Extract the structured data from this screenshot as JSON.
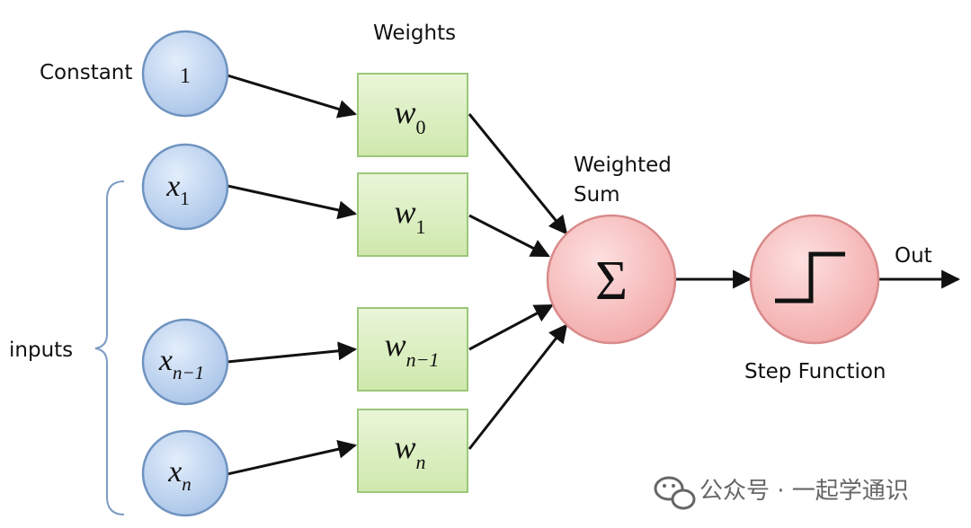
{
  "labels": {
    "weights": "Weights",
    "constant": "Constant",
    "inputs": "inputs",
    "weighted_sum_line1": "Weighted",
    "weighted_sum_line2": "Sum",
    "step_function": "Step Function",
    "out": "Out"
  },
  "inputs": [
    {
      "main": "1",
      "sub": ""
    },
    {
      "main": "x",
      "sub": "1"
    },
    {
      "main": "x",
      "sub": "n−1"
    },
    {
      "main": "x",
      "sub": "n"
    }
  ],
  "weights": [
    {
      "main": "w",
      "sub": "0"
    },
    {
      "main": "w",
      "sub": "1"
    },
    {
      "main": "w",
      "sub": "n−1"
    },
    {
      "main": "w",
      "sub": "n"
    }
  ],
  "sum_symbol": "Σ",
  "watermark": "公众号 · 一起学通识",
  "colors": {
    "input_fill": "#bcd2ee",
    "input_stroke": "#6f93c0",
    "weight_fill": "#d8eebc",
    "weight_stroke": "#9cc77a",
    "node_fill": "#f5bcbc",
    "node_stroke": "#d98a8a"
  }
}
